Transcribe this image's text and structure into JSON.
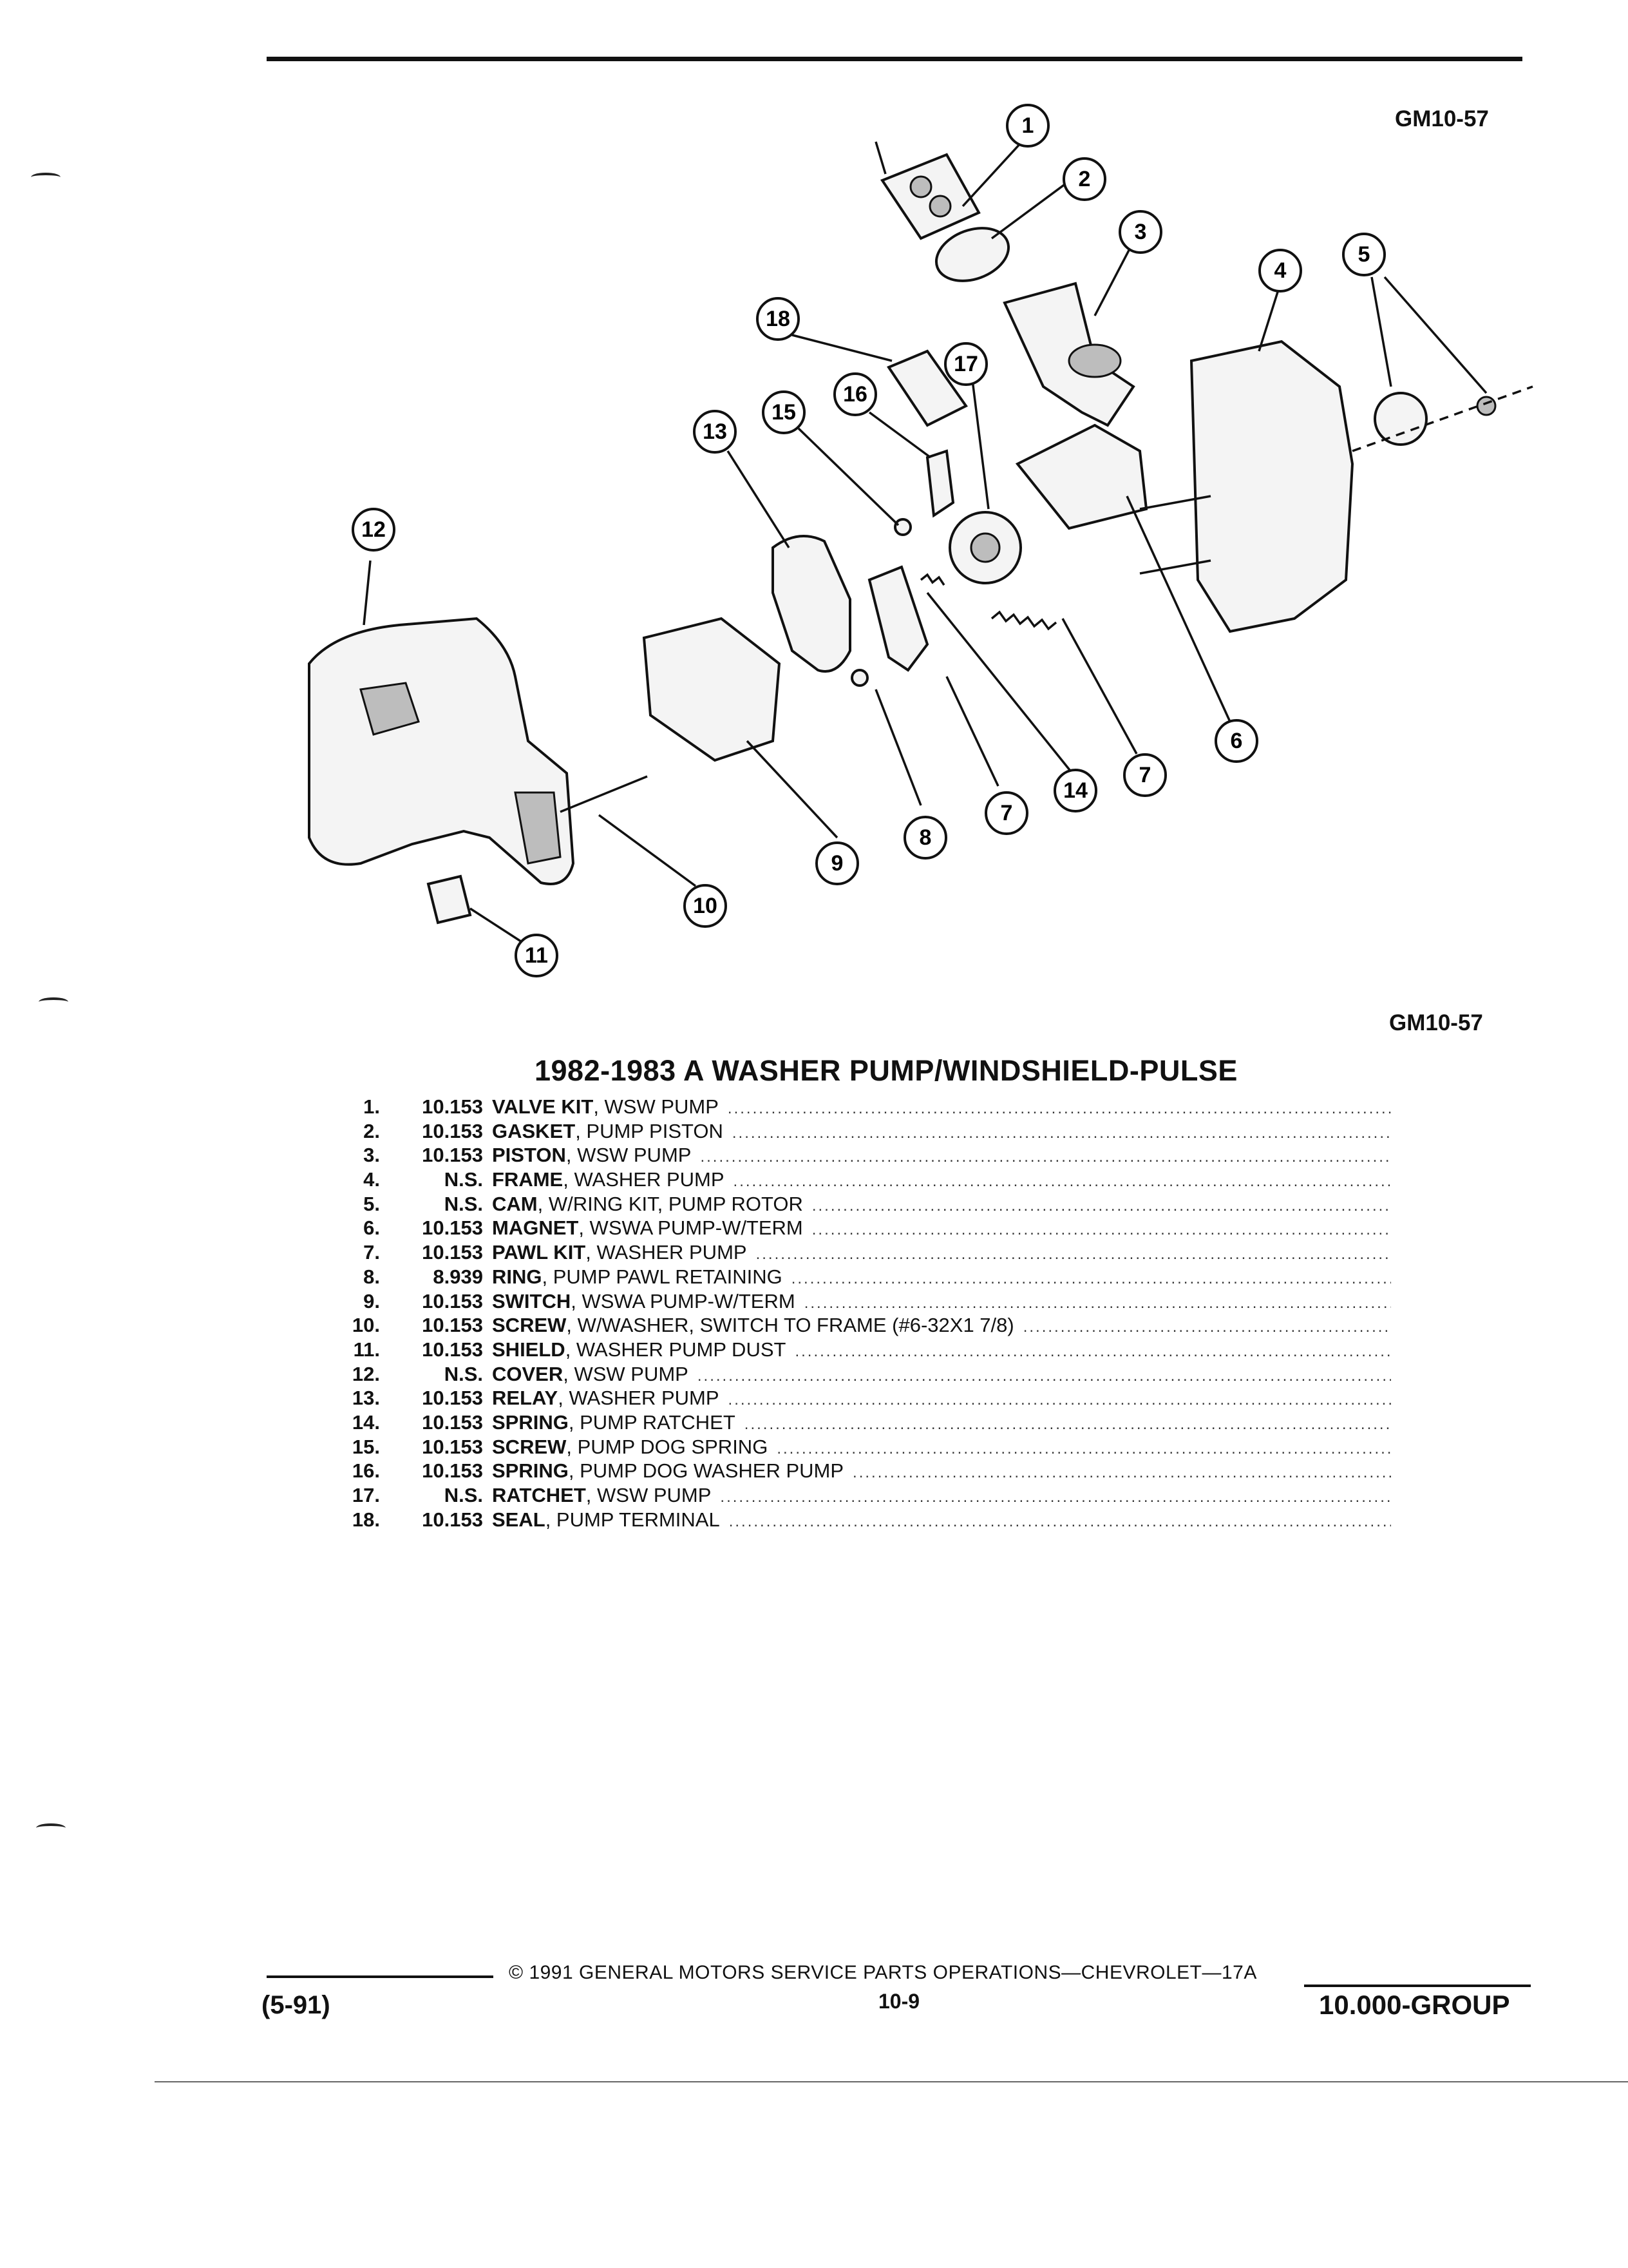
{
  "figure_code_top": "GM10-57",
  "figure_code_bottom": "GM10-57",
  "title": "1982-1983 A WASHER PUMP/WINDSHIELD-PULSE",
  "parts": [
    {
      "num": "1.",
      "code": "10.153",
      "name": "VALVE KIT",
      "desc": " , WSW PUMP"
    },
    {
      "num": "2.",
      "code": "10.153",
      "name": "GASKET",
      "desc": " , PUMP PISTON"
    },
    {
      "num": "3.",
      "code": "10.153",
      "name": "PISTON",
      "desc": " , WSW PUMP"
    },
    {
      "num": "4.",
      "code": "N.S.",
      "name": "FRAME",
      "desc": " , WASHER PUMP"
    },
    {
      "num": "5.",
      "code": "N.S.",
      "name": "CAM",
      "desc": " , W/RING KIT, PUMP ROTOR"
    },
    {
      "num": "6.",
      "code": "10.153",
      "name": "MAGNET",
      "desc": " , WSWA PUMP-W/TERM"
    },
    {
      "num": "7.",
      "code": "10.153",
      "name": "PAWL KIT",
      "desc": " , WASHER PUMP"
    },
    {
      "num": "8.",
      "code": "8.939",
      "name": "RING",
      "desc": " , PUMP PAWL RETAINING"
    },
    {
      "num": "9.",
      "code": "10.153",
      "name": "SWITCH",
      "desc": " , WSWA PUMP-W/TERM"
    },
    {
      "num": "10.",
      "code": "10.153",
      "name": "SCREW",
      "desc": " , W/WASHER, SWITCH TO FRAME (#6-32X1 7/8)"
    },
    {
      "num": "11.",
      "code": "10.153",
      "name": "SHIELD",
      "desc": " , WASHER PUMP DUST"
    },
    {
      "num": "12.",
      "code": "N.S.",
      "name": "COVER",
      "desc": " , WSW PUMP"
    },
    {
      "num": "13.",
      "code": "10.153",
      "name": "RELAY",
      "desc": " , WASHER PUMP"
    },
    {
      "num": "14.",
      "code": "10.153",
      "name": "SPRING",
      "desc": " , PUMP RATCHET"
    },
    {
      "num": "15.",
      "code": "10.153",
      "name": "SCREW",
      "desc": " , PUMP DOG SPRING"
    },
    {
      "num": "16.",
      "code": "10.153",
      "name": "SPRING",
      "desc": " , PUMP DOG WASHER PUMP"
    },
    {
      "num": "17.",
      "code": "N.S.",
      "name": "RATCHET",
      "desc": " , WSW PUMP"
    },
    {
      "num": "18.",
      "code": "10.153",
      "name": "SEAL",
      "desc": " , PUMP TERMINAL"
    }
  ],
  "callouts": {
    "c1": "1",
    "c2": "2",
    "c3": "3",
    "c4": "4",
    "c5": "5",
    "c6": "6",
    "c7a": "7",
    "c7b": "7",
    "c8": "8",
    "c9": "9",
    "c10": "10",
    "c11": "11",
    "c12": "12",
    "c13": "13",
    "c14": "14",
    "c15": "15",
    "c16": "16",
    "c17": "17",
    "c18": "18"
  },
  "footer": {
    "copyright": "© 1991 GENERAL MOTORS SERVICE PARTS OPERATIONS—CHEVROLET—17A",
    "page": "10-9",
    "date": "(5-91)",
    "group": "10.000-GROUP"
  }
}
